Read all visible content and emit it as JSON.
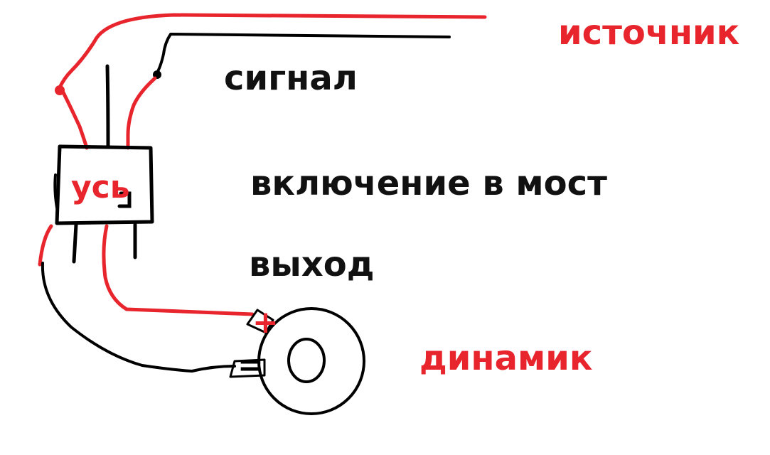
{
  "labels": {
    "source": "источник",
    "signal": "сигнал",
    "bridge": "включение в мост",
    "output": "выход",
    "speaker": "динамик",
    "amplifier": "усь",
    "plus": "+",
    "minus": "="
  },
  "colors": {
    "wire_power": "#e8242c",
    "wire_signal": "#000000",
    "text_dark": "#111111",
    "text_accent": "#e8242c"
  }
}
